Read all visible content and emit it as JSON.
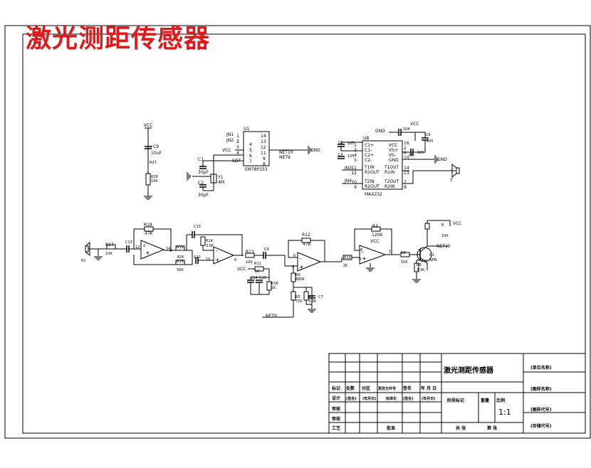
{
  "title": "激光测距传感器",
  "labels": {
    "vcc": "VCC",
    "gnd": "GND",
    "c9top": "+C9",
    "c9val": "10uF",
    "r27": "R27",
    "r26": "R26",
    "r26val": "10K",
    "u1": "U1",
    "u1part": "EM78P153",
    "jn1": "JN1",
    "jn2": "JN2",
    "sdt": "SDT",
    "net10": "NET10",
    "net9": "NET9",
    "p1": "1",
    "p2": "2",
    "p3": "3",
    "p4": "4",
    "p5": "5",
    "p6": "6",
    "p7": "7",
    "p8": "8",
    "p9": "9",
    "p10": "10",
    "p11": "11",
    "p12": "12",
    "p13": "13",
    "p14": "14",
    "p15": "15",
    "p16": "16",
    "c1": "C1",
    "c1val": "30pF",
    "c2": "C2",
    "c2val": "30pF",
    "y1": "Y1",
    "y1val": "4M",
    "u8": "U8",
    "u8part": "MAX232",
    "c3": "C3",
    "c4": "C4",
    "c5": "C5",
    "c6": "C6",
    "c8": "C8",
    "c1p": "C1+",
    "c1n": "C1-",
    "c2p": "C2+",
    "c2n": "C2-",
    "vsp": "VS+",
    "vsn": "VS-",
    "t1in": "T1IN",
    "r1out": "R1OUT",
    "t2in": "T2IN",
    "r2out": "R2OUT",
    "t1out": "T1OUT",
    "r1in": "R1IN",
    "t2out": "T2OUT",
    "r2in": "R2IN",
    "jn3": "JN3",
    "jn4": "JN4",
    "t": "T",
    "c105a": "105",
    "c105b": "105",
    "c105c": "105",
    "c105d": "105",
    "c104": "104",
    "r1": "R1",
    "r17": "R17",
    "r17val": "10K",
    "c13": "C13",
    "r18": "R18",
    "r18val": "47K",
    "r19": "R19",
    "r19val": "82K",
    "r15": "R15",
    "r15val": "56K",
    "c10": "C10",
    "r14": "R14",
    "r14val": "3.6K",
    "c12": "C12",
    "r13": "R13",
    "r13val": "10K",
    "c9": "C9",
    "r11": "R11",
    "r11val": "1K",
    "c14": "C14",
    "c15": "C15",
    "r16": "R16",
    "r16val": "1K",
    "r12": "R12",
    "r12val": "47K",
    "r6": "R6",
    "r6val": "680K",
    "r5": "R5",
    "r5val": "75K",
    "r4": "R4",
    "r4val": "3.3K",
    "c7": "C7",
    "r3": "R3",
    "r3val": "120K",
    "r10": "R10",
    "r10val": "2K",
    "r8": "R8",
    "r8val": "10K",
    "rr": "R",
    "rrval": "10K",
    "r9": "R9",
    "r9val": "3.3K",
    "q1": "Q1",
    "npn": "NPN"
  },
  "titleblock": {
    "name": "激光测距传感器",
    "unit": "(单位名称)",
    "drawing_name": "(图样名称)",
    "drawing_code": "(图样代号)",
    "storage_code": "(存储代号)",
    "mark": "标记",
    "count": "处数",
    "zone": "分区",
    "change_doc": "更改文件号",
    "sign": "签名",
    "date": "年 月 日",
    "design": "设计",
    "sign1": "(签名)",
    "date1": "(年月日)",
    "std": "标准化",
    "sign2": "(签名)",
    "date2": "(年月日)",
    "stage_mark": "阶段标记",
    "weight": "重量",
    "scale": "比例",
    "scale_value": "1:1",
    "check": "审核",
    "audit": "审核",
    "process": "工艺",
    "approve": "批准",
    "sheets_total": "共 张",
    "sheet_no": "第 张"
  }
}
